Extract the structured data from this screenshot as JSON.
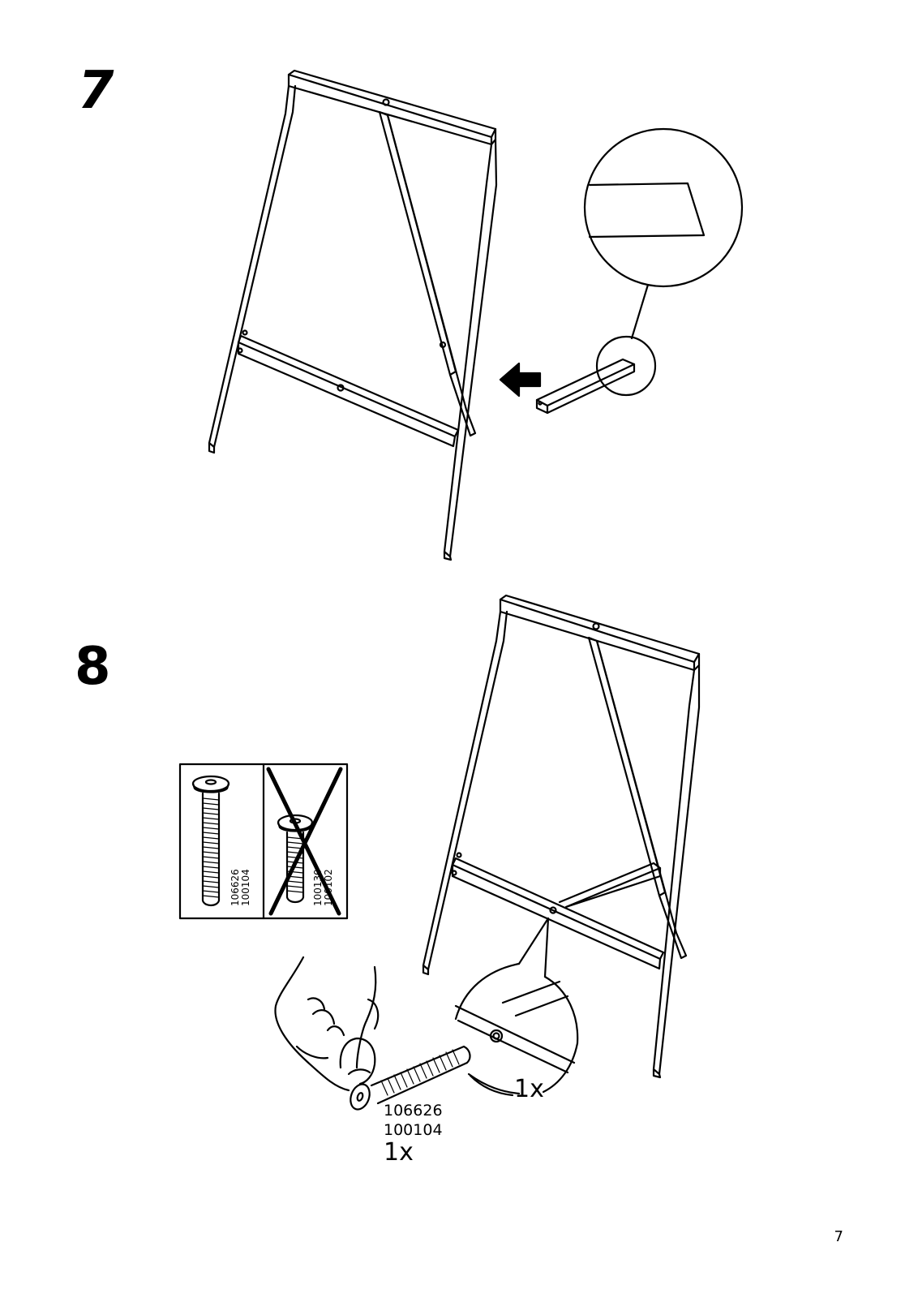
{
  "steps": [
    {
      "number": "7"
    },
    {
      "number": "8"
    }
  ],
  "screw_panel": {
    "correct_code_1": "106626",
    "correct_code_2": "100104",
    "wrong_code_1": "100130",
    "wrong_code_2": "100102"
  },
  "screw_callout": {
    "code_1": "106626",
    "code_2": "100104",
    "quantity": "1x"
  },
  "hole_callout": {
    "quantity": "1x"
  },
  "page_number": "7"
}
